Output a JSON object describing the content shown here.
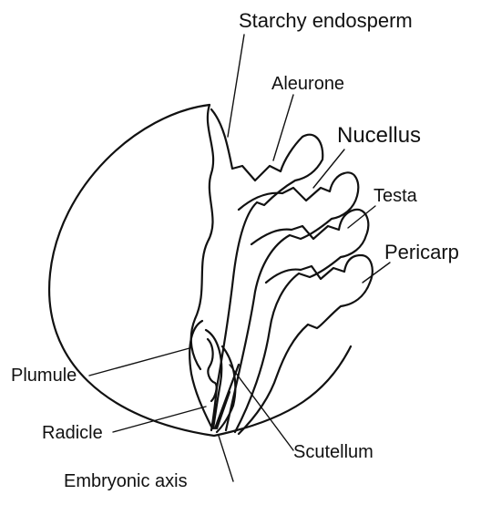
{
  "diagram": {
    "labels": {
      "starchy_endosperm": "Starchy endosperm",
      "aleurone": "Aleurone",
      "nucellus": "Nucellus",
      "testa": "Testa",
      "pericarp": "Pericarp",
      "plumule": "Plumule",
      "radicle": "Radicle",
      "scutellum": "Scutellum",
      "embryonic_axis": "Embryonic axis"
    },
    "colors": {
      "ink": "#111111",
      "background": "#ffffff"
    }
  }
}
